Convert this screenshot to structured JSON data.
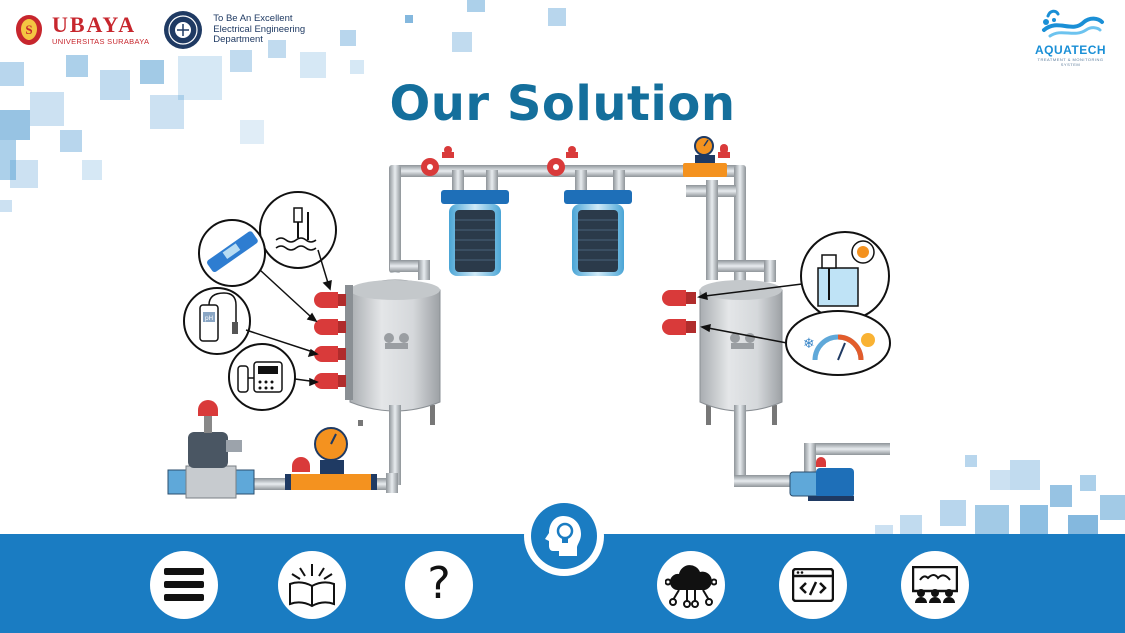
{
  "header": {
    "university_name": "UBAYA",
    "university_sub": "UNIVERSITAS SURABAYA",
    "department_lines": [
      "To Be An Excellent",
      "Electrical Engineering",
      "Department"
    ],
    "brand_name": "AQUATECH",
    "brand_tagline": "TREATMENT & MONITORING SYSTEM"
  },
  "page": {
    "title": "Our Solution"
  },
  "icons": {
    "sensors_left": [
      "water-level-sensor-icon",
      "tds-meter-pen-icon",
      "ph-meter-icon",
      "turbidity-sensor-icon"
    ],
    "sensors_right": [
      "ultrasonic-tank-sensor-icon",
      "temperature-gauge-icon"
    ]
  },
  "nav": {
    "items": [
      "menu-icon",
      "book-icon",
      "question-icon",
      "idea-head-icon",
      "cloud-network-icon",
      "code-icon",
      "team-icon"
    ]
  },
  "colors": {
    "brand_blue": "#1a7cc2",
    "title_blue": "#146f9c",
    "ubaya_red": "#c7262d",
    "valve_red": "#d93a3a",
    "meter_orange": "#f4921f"
  }
}
